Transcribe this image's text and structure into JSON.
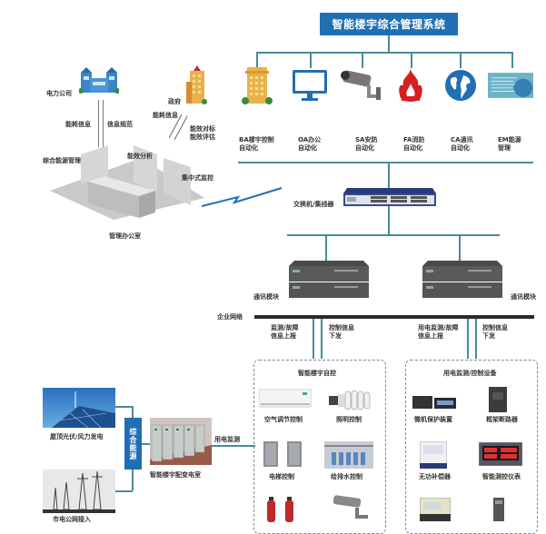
{
  "title": "智能楼宇综合管理系统",
  "colors": {
    "accent": "#1f6fb2",
    "line": "#4a8a9a",
    "network_bar": "#2a2a2a",
    "dashed_border": "#7a8a99"
  },
  "subsystems": [
    {
      "icon": "office-building-icon",
      "line1": "BA楼宇控制",
      "line2": "自动化"
    },
    {
      "icon": "monitor-icon",
      "line1": "OA办公",
      "line2": "自动化"
    },
    {
      "icon": "security-camera-icon",
      "line1": "SA安防",
      "line2": "自动化"
    },
    {
      "icon": "fire-icon",
      "line1": "FA消防",
      "line2": "自动化"
    },
    {
      "icon": "globe-icon",
      "line1": "CA通讯",
      "line2": "自动化"
    },
    {
      "icon": "energy-screen-icon",
      "line1": "EM能源",
      "line2": "管理"
    }
  ],
  "management": {
    "power_company": "电力公司",
    "government": "政府",
    "energy_info_left": "能耗信息",
    "info_standard": "信息规范",
    "energy_info_right": "能耗信息",
    "benchmark_line1": "能效对标",
    "benchmark_line2": "能效评估",
    "integrated_energy": "综合能源管理",
    "efficiency_analysis": "能效分析",
    "central_monitoring": "集中式监控",
    "office": "管理办公室"
  },
  "network": {
    "switch_label": "交换机/集线器",
    "comm_module_left": "通讯模块",
    "comm_module_right": "通讯模块",
    "enterprise_network": "企业网络",
    "left_up_line1": "监测/故障",
    "left_up_line2": "信息上报",
    "left_down_line1": "控制信息",
    "left_down_line2": "下发",
    "right_up_line1": "用电监测/故障",
    "right_up_line2": "信息上报",
    "right_down_line1": "控制信息",
    "right_down_line2": "下发"
  },
  "building_control": {
    "title": "智能楼宇自控",
    "items": [
      "空气调节控制",
      "照明控制",
      "电梯控制",
      "给排水控制"
    ]
  },
  "power_devices": {
    "title": "用电监测/控制设备",
    "items": [
      "微机保护装置",
      "框架断路器",
      "无功补偿器",
      "智能测控仪表"
    ]
  },
  "power_supply": {
    "solar_wind": "屋顶光伏/风力发电",
    "badge": "综合能源",
    "substation": "智能楼宇配变电室",
    "monitoring": "用电监测",
    "grid": "市电公网接入"
  }
}
